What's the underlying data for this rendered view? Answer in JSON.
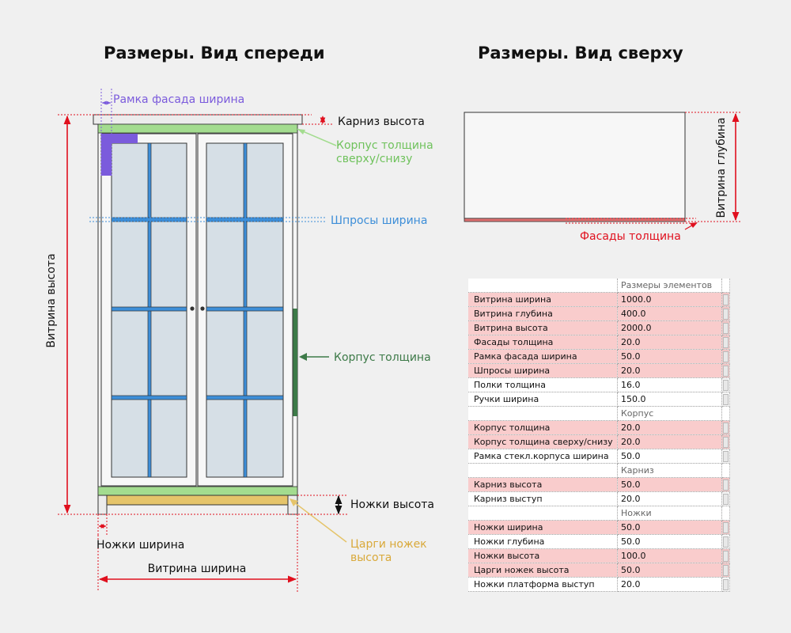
{
  "front_view": {
    "title": "Размеры. Вид спереди",
    "labels": {
      "frame_width": "Рамка фасада ширина",
      "cornice_height": "Карниз высота",
      "body_thickness_tb": "Корпус толщина\nсверху/снизу",
      "mullion_width": "Шпросы ширина",
      "cabinet_height": "Витрина высота",
      "body_thickness": "Корпус толщина",
      "legs_height": "Ножки высота",
      "legs_width": "Ножки ширина",
      "apron_height": "Царги ножек\nвысота",
      "cabinet_width": "Витрина ширина"
    }
  },
  "top_view": {
    "title": "Размеры. Вид сверху",
    "labels": {
      "cabinet_depth": "Витрина глубина",
      "facade_thickness": "Фасады толщина"
    }
  },
  "colors": {
    "red": "#e0101e",
    "purple": "#7b5bdc",
    "green": "#a3dc8f",
    "green_text": "#6fc25c",
    "dark_green": "#3d7a48",
    "blue": "#3d8ed8",
    "yellow": "#e5c46a",
    "yellow_text": "#d9a93a",
    "glass": "#d6dfe6",
    "highlight": "#f9cccc"
  },
  "table": {
    "rows": [
      {
        "type": "header",
        "name": "",
        "value": "Размеры элементов"
      },
      {
        "type": "row",
        "name": "Витрина ширина",
        "value": "1000.0",
        "highlight": true
      },
      {
        "type": "row",
        "name": "Витрина глубина",
        "value": "400.0",
        "highlight": true
      },
      {
        "type": "row",
        "name": "Витрина высота",
        "value": "2000.0",
        "highlight": true
      },
      {
        "type": "row",
        "name": "Фасады толщина",
        "value": "20.0",
        "highlight": true
      },
      {
        "type": "row",
        "name": "Рамка фасада ширина",
        "value": "50.0",
        "highlight": true
      },
      {
        "type": "row",
        "name": "Шпросы ширина",
        "value": "20.0",
        "highlight": true
      },
      {
        "type": "row",
        "name": "Полки толщина",
        "value": "16.0",
        "highlight": false
      },
      {
        "type": "row",
        "name": "Ручки ширина",
        "value": "150.0",
        "highlight": false
      },
      {
        "type": "header",
        "name": "",
        "value": "Корпус"
      },
      {
        "type": "row",
        "name": "Корпус толщина",
        "value": "20.0",
        "highlight": true
      },
      {
        "type": "row",
        "name": "Корпус толщина сверху/снизу",
        "value": "20.0",
        "highlight": true
      },
      {
        "type": "row",
        "name": "Рамка стекл.корпуса ширина",
        "value": "50.0",
        "highlight": false
      },
      {
        "type": "header",
        "name": "",
        "value": "Карниз"
      },
      {
        "type": "row",
        "name": "Карниз высота",
        "value": "50.0",
        "highlight": true
      },
      {
        "type": "row",
        "name": "Карниз выступ",
        "value": "20.0",
        "highlight": false
      },
      {
        "type": "header",
        "name": "",
        "value": "Ножки"
      },
      {
        "type": "row",
        "name": "Ножки ширина",
        "value": "50.0",
        "highlight": true
      },
      {
        "type": "row",
        "name": "Ножки глубина",
        "value": "50.0",
        "highlight": false
      },
      {
        "type": "row",
        "name": "Ножки высота",
        "value": "100.0",
        "highlight": true
      },
      {
        "type": "row",
        "name": "Царги ножек высота",
        "value": "50.0",
        "highlight": true
      },
      {
        "type": "row",
        "name": "Ножки платформа выступ",
        "value": "20.0",
        "highlight": false
      }
    ]
  }
}
